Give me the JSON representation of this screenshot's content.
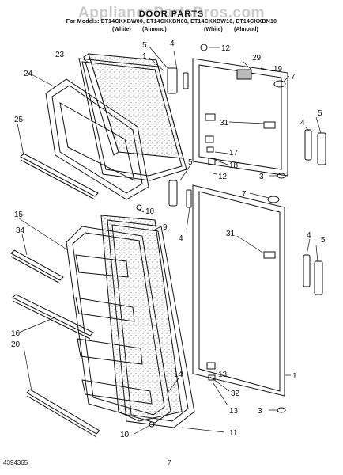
{
  "watermark": "AppliancePartsPros.com",
  "title": "DOOR PARTS",
  "models": "For Models: ET14CKXBW00, ET14CKXBN00, ET14CKXBW10, ET14CKXBN10",
  "colors": [
    "(White)",
    "(Almond)",
    "(White)",
    "(Almond)"
  ],
  "callouts": {
    "c23": "23",
    "c5a": "5",
    "c4a": "4",
    "c12a": "12",
    "c29": "29",
    "c19": "19",
    "c24": "24",
    "c1a": "1",
    "c7a": "7",
    "c4b": "4",
    "c5b": "5",
    "c31a": "31",
    "c25": "25",
    "c17": "17",
    "c18": "18",
    "c3a": "3",
    "c5c": "5",
    "c12b": "12",
    "c10a": "10",
    "c7b": "7",
    "c15": "15",
    "c9": "9",
    "c34": "34",
    "c4c": "4",
    "c31b": "31",
    "c4d": "4",
    "c5d": "5",
    "c16": "16",
    "c20": "20",
    "c14": "14",
    "c1b": "1",
    "c32": "32",
    "c13a": "13",
    "c13b": "13",
    "c3b": "3",
    "c10b": "10",
    "c11": "11"
  },
  "footer": {
    "doc_no": "4394365",
    "page_no": "7"
  }
}
